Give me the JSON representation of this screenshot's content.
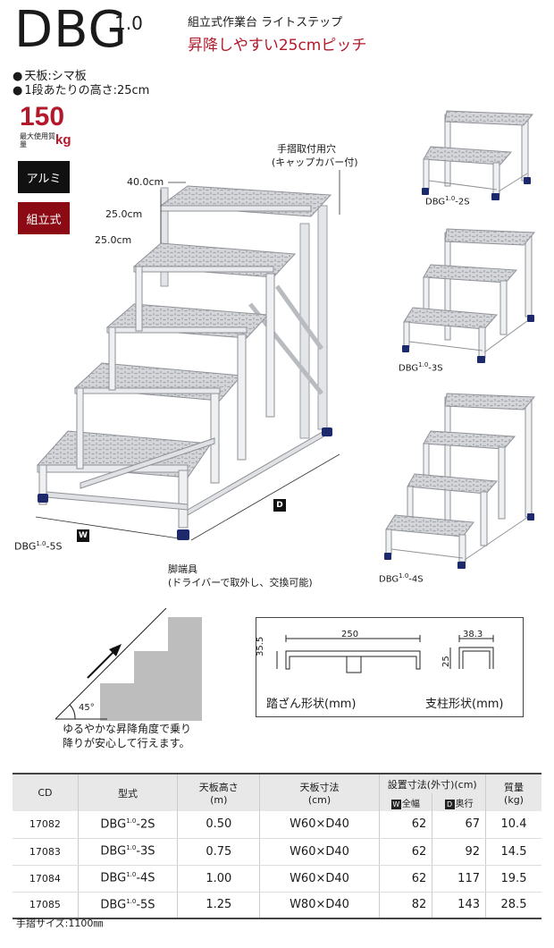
{
  "header": {
    "model": "DBG",
    "version": "1.0",
    "subtitle": "組立式作業台 ライトステップ",
    "tagline": "昇降しやすい25cmピッチ"
  },
  "features": [
    "天板:シマ板",
    "1段あたりの高さ:25cm"
  ],
  "capacity": {
    "value": "150",
    "label": "最大使用質量",
    "unit": "kg"
  },
  "tags": [
    "アルミ",
    "組立式"
  ],
  "main_illustration": {
    "dim_top": "40.0cm",
    "dim_step1": "25.0cm",
    "dim_step2": "25.0cm",
    "handrail_note_1": "手摺取付用穴",
    "handrail_note_2": "(キャップカバー付)",
    "w_mark": "W",
    "d_mark": "D",
    "model_label": "DBG",
    "model_sup": "1.0",
    "model_suffix": "-5S",
    "foot_note_1": "脚端具",
    "foot_note_2": "(ドライバーで取外し、交換可能)"
  },
  "variants": [
    {
      "base": "DBG",
      "sup": "1.0",
      "suffix": "-2S"
    },
    {
      "base": "DBG",
      "sup": "1.0",
      "suffix": "-3S"
    },
    {
      "base": "DBG",
      "sup": "1.0",
      "suffix": "-4S"
    }
  ],
  "angle_diagram": {
    "angle": "45°",
    "caption_1": "ゆるやかな昇降角度で乗り",
    "caption_2": "降りが安心して行えます。"
  },
  "profiles": {
    "tread_width": "250",
    "tread_height": "35.5",
    "tread_caption": "踏ざん形状(mm)",
    "post_width": "38.3",
    "post_height": "25",
    "post_caption": "支柱形状(mm)"
  },
  "table": {
    "headers": {
      "cd": "CD",
      "model": "型式",
      "height": "天板高さ",
      "height_unit": "(m)",
      "size": "天板寸法",
      "size_unit": "(cm)",
      "install": "設置寸法(外寸)(cm)",
      "w": "W",
      "w_label": "全幅",
      "d": "D",
      "d_label": "奥行",
      "mass": "質量",
      "mass_unit": "(kg)"
    },
    "rows": [
      {
        "cd": "17082",
        "model": "DBG",
        "sup": "1.0",
        "suffix": "-2S",
        "height": "0.50",
        "size": "W60×D40",
        "w": "62",
        "d": "67",
        "mass": "10.4"
      },
      {
        "cd": "17083",
        "model": "DBG",
        "sup": "1.0",
        "suffix": "-3S",
        "height": "0.75",
        "size": "W60×D40",
        "w": "62",
        "d": "92",
        "mass": "14.5"
      },
      {
        "cd": "17084",
        "model": "DBG",
        "sup": "1.0",
        "suffix": "-4S",
        "height": "1.00",
        "size": "W60×D40",
        "w": "62",
        "d": "117",
        "mass": "19.5"
      },
      {
        "cd": "17085",
        "model": "DBG",
        "sup": "1.0",
        "suffix": "-5S",
        "height": "1.25",
        "size": "W80×D40",
        "w": "82",
        "d": "143",
        "mass": "28.5"
      }
    ]
  },
  "footnote": "手摺サイズ:1100㎜",
  "colors": {
    "accent_red": "#b3182b",
    "tag_dark_red": "#8b0a14",
    "black": "#111111",
    "aluminium": "#c9ccd1",
    "foot_blue": "#1c2a6b"
  }
}
